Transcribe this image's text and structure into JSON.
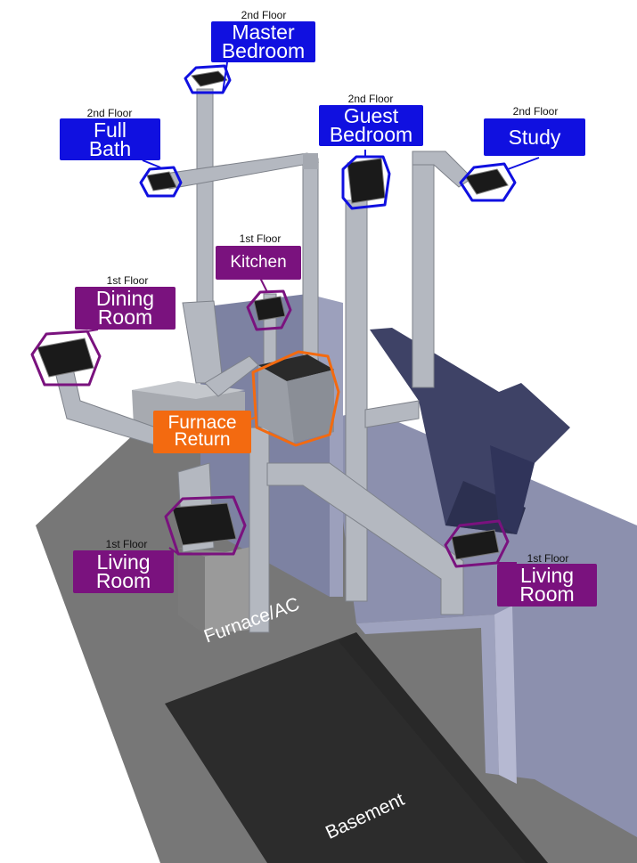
{
  "labels": {
    "master_bedroom": {
      "floor": "2nd Floor",
      "line1": "Master",
      "line2": "Bedroom"
    },
    "full_bath": {
      "floor": "2nd Floor",
      "line1": "Full",
      "line2": "Bath"
    },
    "guest_bedroom": {
      "floor": "2nd Floor",
      "line1": "Guest",
      "line2": "Bedroom"
    },
    "study": {
      "floor": "2nd Floor",
      "line1": "Study"
    },
    "kitchen": {
      "floor": "1st Floor",
      "line1": "Kitchen"
    },
    "dining_room": {
      "floor": "1st Floor",
      "line1": "Dining",
      "line2": "Room"
    },
    "furnace_return": {
      "line1": "Furnace",
      "line2": "Return"
    },
    "living_room_left": {
      "floor": "1st Floor",
      "line1": "Living",
      "line2": "Room"
    },
    "living_room_right": {
      "floor": "1st Floor",
      "line1": "Living",
      "line2": "Room"
    },
    "furnace_ac": "Furnace/AC",
    "basement": "Basement"
  },
  "colors": {
    "second_floor": "#1010e0",
    "first_floor": "#7a127e",
    "return": "#f36a10",
    "duct": "#b4b8c0",
    "wall": "#8c90ac",
    "floor": "#767676",
    "stairs": "#3c4064"
  }
}
